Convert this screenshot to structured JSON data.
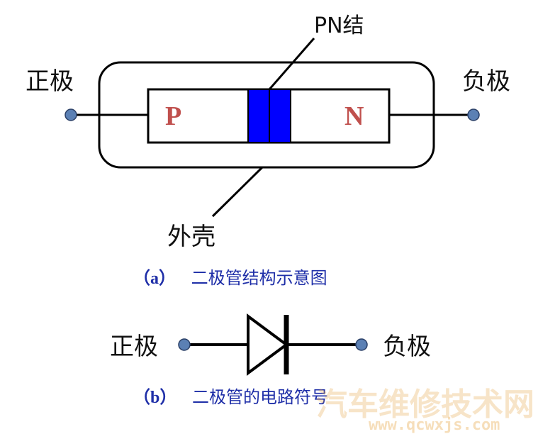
{
  "diagram_a": {
    "anode_label": "正极",
    "cathode_label": "负极",
    "p_region_label": "P",
    "n_region_label": "N",
    "junction_label": "PN结",
    "casing_label": "外壳",
    "caption_prefix": "（a）",
    "caption_text": "二极管结构示意图"
  },
  "diagram_b": {
    "anode_label": "正极",
    "cathode_label": "负极",
    "caption_prefix": "（b）",
    "caption_text": "二极管的电路符号"
  },
  "watermark": {
    "text": "汽车维修技术网",
    "url": "www.qcwxjs.com"
  },
  "colors": {
    "terminal_fill": "#5b80b4",
    "junction_fill": "#0000ff",
    "region_text": "#c0504d",
    "caption_text": "#1f2fa8",
    "line": "#000000"
  }
}
